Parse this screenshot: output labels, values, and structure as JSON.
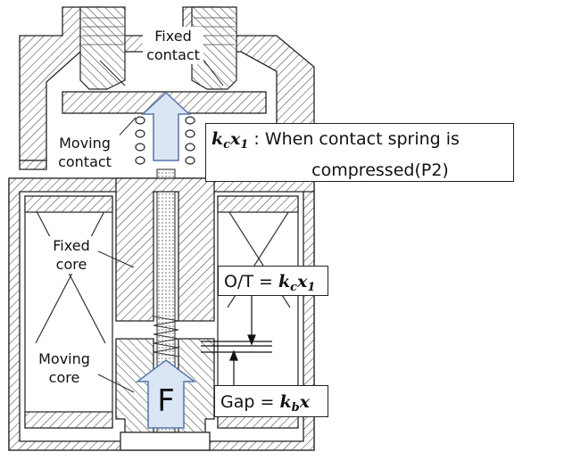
{
  "labels": {
    "fixed_contact": [
      "Fixed",
      "contact"
    ],
    "moving_contact": [
      "Moving",
      "contact"
    ],
    "fixed_core": [
      "Fixed",
      "core"
    ],
    "moving_core": [
      "Moving",
      "core"
    ]
  },
  "callouts": {
    "spring_force": {
      "symbol": "k",
      "symbol_sub": "c",
      "var": "x",
      "var_sub": "1",
      "text_line1": " : When contact spring is",
      "text_line2": "compressed(P2)"
    },
    "overtravel": {
      "prefix": "O/T = ",
      "symbol": "k",
      "symbol_sub": "c",
      "var": "x",
      "var_sub": "1"
    },
    "gap": {
      "prefix": "Gap = ",
      "symbol": "k",
      "symbol_sub": "b",
      "var": "x"
    }
  },
  "force_label": "F",
  "colors": {
    "arrow_fill": "#dbe6f5",
    "arrow_stroke": "#5577aa",
    "line": "#222222"
  }
}
